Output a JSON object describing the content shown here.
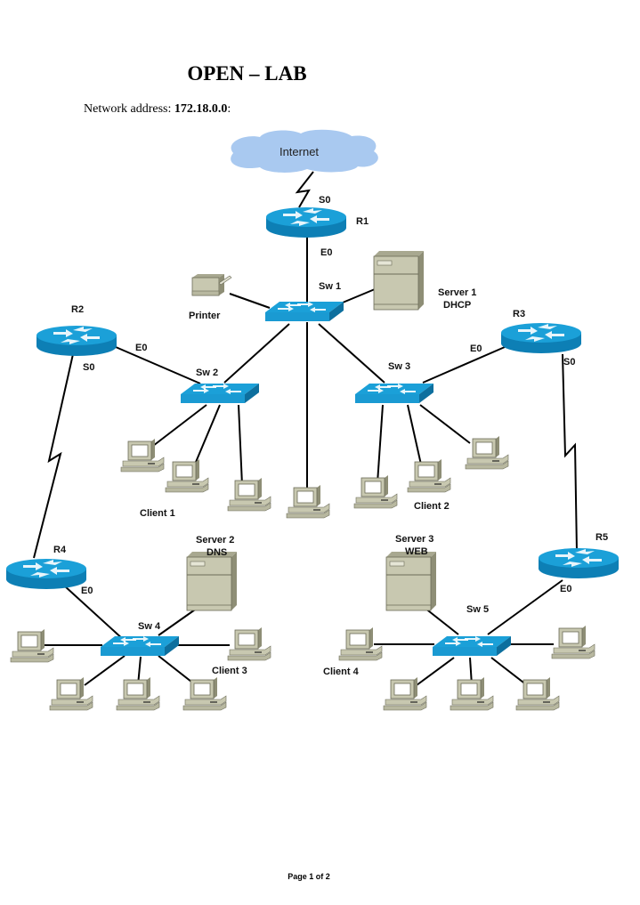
{
  "document": {
    "title": "OPEN – LAB",
    "network_address_label": "Network address: ",
    "network_address_value": "172.18.0.0",
    "network_address_suffix": ":",
    "footer": "Page 1 of 2"
  },
  "colors": {
    "device_blue": "#1ba0d8",
    "device_blue_dark": "#0d7fb5",
    "cloud": "#a9c9f0",
    "beige": "#c8c8b0",
    "beige_dark": "#8e8e76",
    "link": "#000000"
  },
  "labels": {
    "internet": "Internet",
    "r1": "R1",
    "r1_s0": "S0",
    "r1_e0": "E0",
    "sw1": "Sw 1",
    "printer": "Printer",
    "server1_name": "Server 1",
    "server1_role": "DHCP",
    "r2": "R2",
    "r2_e0": "E0",
    "r2_s0": "S0",
    "sw2": "Sw 2",
    "r3": "R3",
    "r3_e0": "E0",
    "r3_s0": "S0",
    "sw3": "Sw 3",
    "client1": "Client 1",
    "client2": "Client 2",
    "r4": "R4",
    "r4_e0": "E0",
    "server2_name": "Server 2",
    "server2_role": "DNS",
    "sw4": "Sw 4",
    "client3": "Client 3",
    "server3_name": "Server 3",
    "server3_role": "WEB",
    "r5": "R5",
    "r5_e0": "E0",
    "sw5": "Sw 5",
    "client4": "Client 4"
  },
  "nodes": {
    "cloud": {
      "id": "internet",
      "type": "cloud"
    },
    "routers": [
      "R1",
      "R2",
      "R3",
      "R4",
      "R5"
    ],
    "switches": [
      "Sw 1",
      "Sw 2",
      "Sw 3",
      "Sw 4",
      "Sw 5"
    ],
    "servers": [
      "Server 1 DHCP",
      "Server 2 DNS",
      "Server 3 WEB"
    ],
    "printers": [
      "Printer"
    ],
    "pc_counts": {
      "Sw 1": 1,
      "Sw 2": 3,
      "Sw 3": 3,
      "Sw 4": 5,
      "Sw 5": 5
    }
  },
  "links": [
    {
      "from": "Internet",
      "to": "R1",
      "type": "serial"
    },
    {
      "from": "R1",
      "to": "Sw 1",
      "type": "ethernet"
    },
    {
      "from": "Sw 1",
      "to": "Printer",
      "type": "ethernet"
    },
    {
      "from": "Sw 1",
      "to": "Server 1",
      "type": "ethernet"
    },
    {
      "from": "Sw 1",
      "to": "Sw 2",
      "type": "ethernet"
    },
    {
      "from": "Sw 1",
      "to": "Sw 3",
      "type": "ethernet"
    },
    {
      "from": "R2",
      "to": "Sw 2",
      "type": "ethernet"
    },
    {
      "from": "R3",
      "to": "Sw 3",
      "type": "ethernet"
    },
    {
      "from": "R2",
      "to": "R4",
      "type": "serial"
    },
    {
      "from": "R3",
      "to": "R5",
      "type": "serial"
    },
    {
      "from": "R4",
      "to": "Sw 4",
      "type": "ethernet"
    },
    {
      "from": "Server 2",
      "to": "Sw 4",
      "type": "ethernet"
    },
    {
      "from": "R5",
      "to": "Sw 5",
      "type": "ethernet"
    },
    {
      "from": "Server 3",
      "to": "Sw 5",
      "type": "ethernet"
    }
  ]
}
